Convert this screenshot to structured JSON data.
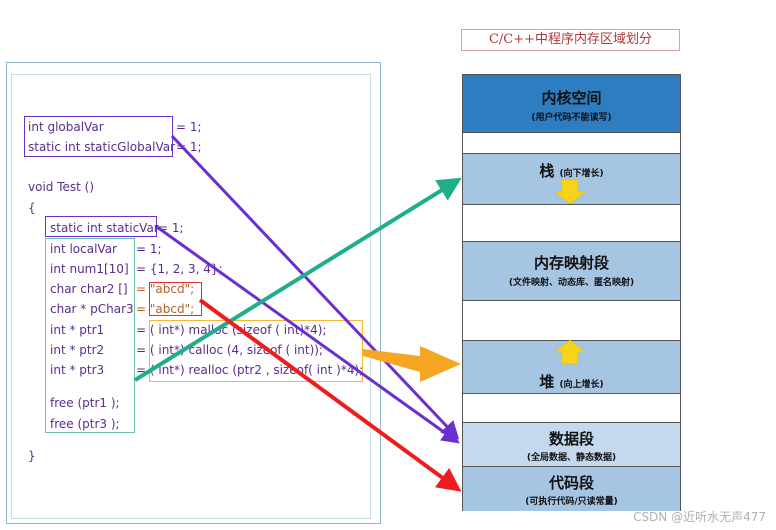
{
  "title": "C/C++中程序内存区域划分",
  "code": {
    "lines": [
      {
        "id": "l1",
        "left": "int globalVar",
        "right": "= 1;"
      },
      {
        "id": "l2",
        "left": "static int staticGlobalVar",
        "right": "= 1;"
      },
      {
        "id": "l3",
        "left": "void Test ()",
        "right": ""
      },
      {
        "id": "l4",
        "left": "{",
        "right": ""
      },
      {
        "id": "l5",
        "left": "static int staticVar",
        "right": "= 1;"
      },
      {
        "id": "l6",
        "left": "int localVar",
        "right": "= 1;"
      },
      {
        "id": "l7",
        "left": "int num1[10]",
        "right": "= {1, 2, 3, 4};"
      },
      {
        "id": "l8",
        "left": "char char2 []",
        "right": "= \"abcd\";"
      },
      {
        "id": "l9",
        "left": "char * pChar3",
        "right": "= \"abcd\";"
      },
      {
        "id": "l10",
        "left": "int * ptr1",
        "right": "= ( int*) malloc (sizeof ( int)*4);"
      },
      {
        "id": "l11",
        "left": "int * ptr2",
        "right": "= ( int*) calloc (4, sizeof ( int));"
      },
      {
        "id": "l12",
        "left": "int * ptr3",
        "right": "= ( int*) realloc (ptr2 , sizeof( int )*4);"
      },
      {
        "id": "l13",
        "left": "free (ptr1 );",
        "right": ""
      },
      {
        "id": "l14",
        "left": "free (ptr3 );",
        "right": ""
      },
      {
        "id": "l15",
        "left": "}",
        "right": ""
      }
    ]
  },
  "memory": {
    "segments": [
      {
        "id": "kernel",
        "title": "内核空间",
        "subtitle": "(用户代码不能读写)",
        "color": "#2e7dc1"
      },
      {
        "id": "gap1",
        "title": "",
        "subtitle": "",
        "color": "#ffffff"
      },
      {
        "id": "stack",
        "title": "栈",
        "subtitle": "(向下增长)",
        "color": "#a6c5e3"
      },
      {
        "id": "gap2",
        "title": "",
        "subtitle": "",
        "color": "#ffffff"
      },
      {
        "id": "mmap",
        "title": "内存映射段",
        "subtitle": "(文件映射、动态库、匿名映射)",
        "color": "#a6c5e3"
      },
      {
        "id": "gap3",
        "title": "",
        "subtitle": "",
        "color": "#ffffff"
      },
      {
        "id": "heap",
        "title": "堆",
        "subtitle": "(向上增长)",
        "color": "#a6c5e3"
      },
      {
        "id": "gap4",
        "title": "",
        "subtitle": "",
        "color": "#ffffff"
      },
      {
        "id": "data",
        "title": "数据段",
        "subtitle": "(全局数据、静态数据)",
        "color": "#c5d9ee"
      },
      {
        "id": "code",
        "title": "代码段",
        "subtitle": "(可执行代码/只读常量)",
        "color": "#a6c5e3"
      }
    ]
  },
  "arrow_colors": {
    "purple": "#6a2fd0",
    "teal": "#1fae8c",
    "orange": "#f5a623",
    "red": "#ee1c1c",
    "yellow": "#f7d417"
  },
  "watermark": "CSDN @近听水无声477"
}
